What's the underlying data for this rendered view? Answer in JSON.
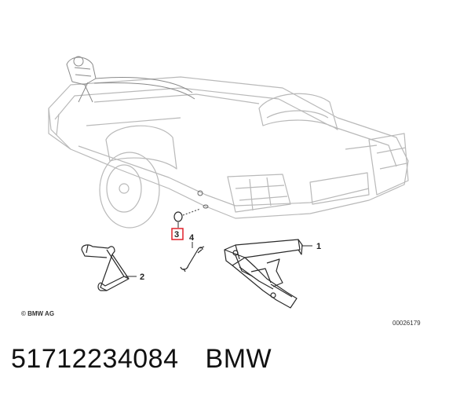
{
  "diagram": {
    "callouts": [
      {
        "number": "1",
        "part": "lifting-jack"
      },
      {
        "number": "2",
        "part": "wheel-wrench"
      },
      {
        "number": "3",
        "part": "jacking-point-cap",
        "highlighted": true
      },
      {
        "number": "4",
        "part": "towing-eye-hook"
      }
    ],
    "copyright": "© BMW AG",
    "diagram_code": "00026179",
    "highlight_color": "#e0202a",
    "line_color": "#2a2a2a",
    "ghost_color": "#b9b9b9"
  },
  "caption": {
    "part_number": "51712234084",
    "brand": "BMW"
  }
}
